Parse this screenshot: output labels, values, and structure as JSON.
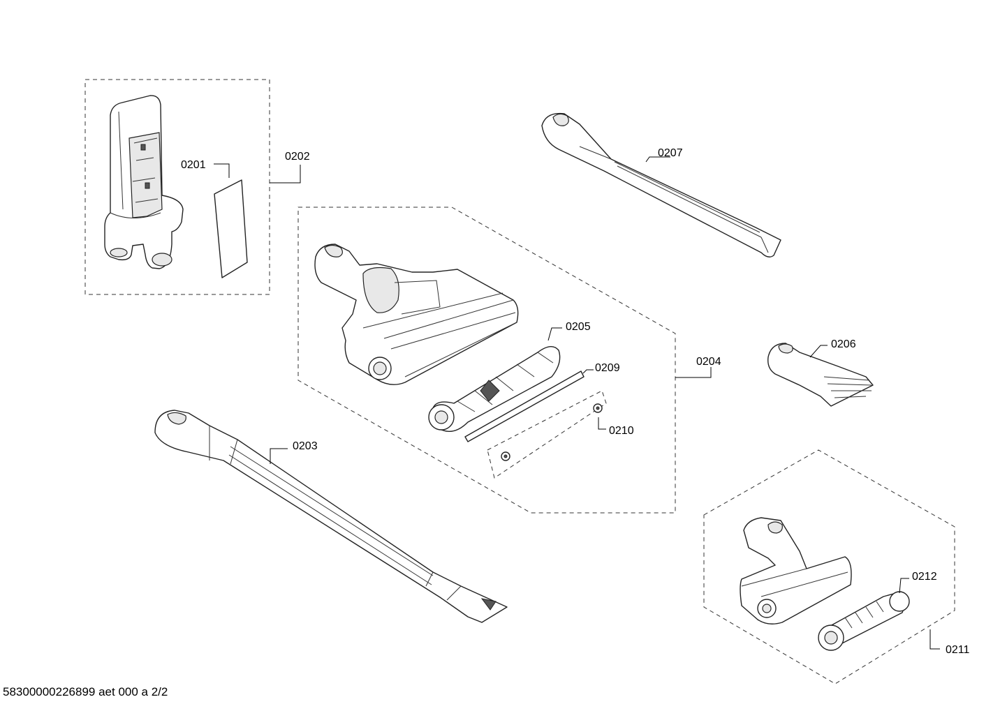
{
  "diagram": {
    "labels": {
      "p0201": "0201",
      "p0202": "0202",
      "p0203": "0203",
      "p0204": "0204",
      "p0205": "0205",
      "p0206": "0206",
      "p0207": "0207",
      "p0209": "0209",
      "p0210": "0210",
      "p0211": "0211",
      "p0212": "0212"
    }
  },
  "footer": {
    "document_id": "58300000226899 aet 000 a 2/2"
  }
}
